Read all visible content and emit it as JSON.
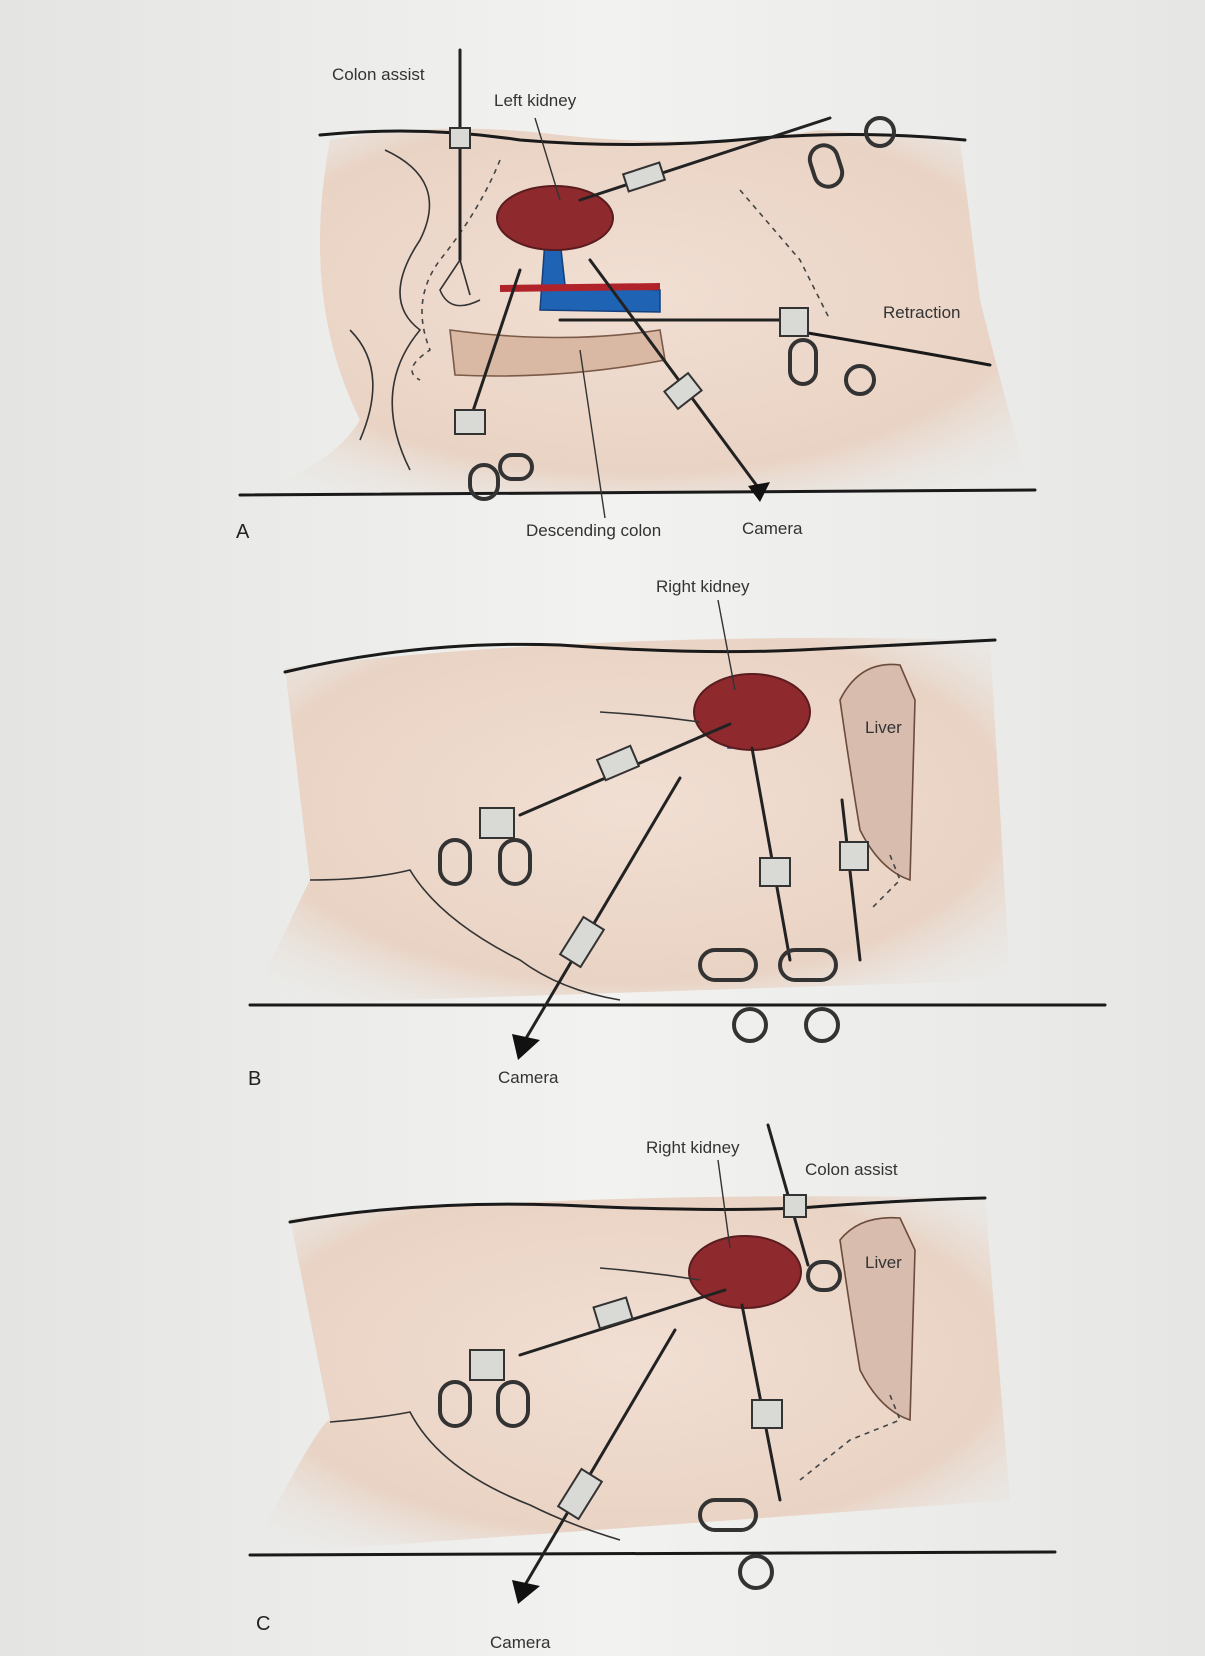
{
  "panels": [
    {
      "letter": "A",
      "labels": {
        "colon_assist": "Colon assist",
        "left_kidney": "Left kidney",
        "retraction": "Retraction",
        "descending_colon": "Descending colon",
        "camera": "Camera"
      }
    },
    {
      "letter": "B",
      "labels": {
        "right_kidney": "Right kidney",
        "liver": "Liver",
        "camera": "Camera"
      }
    },
    {
      "letter": "C",
      "labels": {
        "right_kidney": "Right kidney",
        "colon_assist": "Colon assist",
        "liver": "Liver",
        "camera": "Camera"
      }
    }
  ],
  "colors": {
    "background": "#e7e7e5",
    "skin": "#ecd9cc",
    "kidney": "#8e2a2e",
    "vessel": "#1f63b5"
  }
}
